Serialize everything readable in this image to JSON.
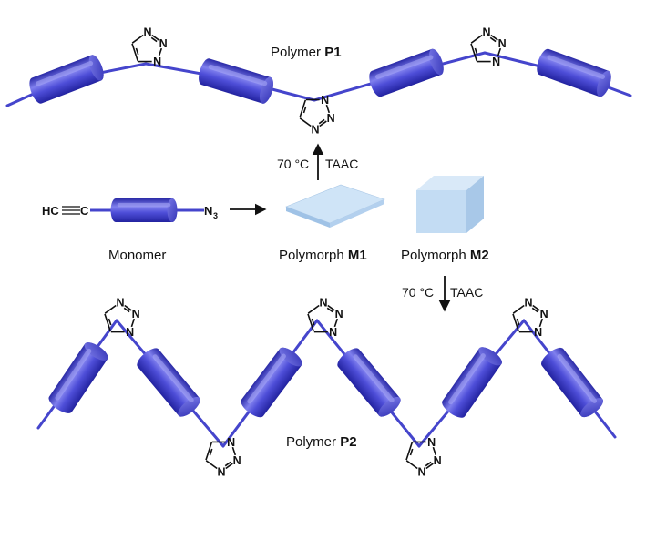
{
  "diagram": {
    "polymer_p1": {
      "prefix": "Polymer ",
      "bold": "P1"
    },
    "polymer_p2": {
      "prefix": "Polymer ",
      "bold": "P2"
    },
    "monomer": {
      "label": "Monomer",
      "alkyne": "HC",
      "alkyne_c": "C",
      "azide": "N",
      "azide_sub": "3"
    },
    "polymorph_m1": {
      "prefix": "Polymorph ",
      "bold": "M1"
    },
    "polymorph_m2": {
      "prefix": "Polymorph ",
      "bold": "M2"
    },
    "reaction_up": {
      "temperature": "70 °C",
      "method": "TAAC"
    },
    "reaction_down": {
      "temperature": "70 °C",
      "method": "TAAC"
    },
    "atom_n": "N",
    "colors": {
      "cylinder": "#4b4bd8",
      "cylinder_dark": "#2727a8",
      "cylinder_light": "#8a8af0",
      "rod": "#4545cc",
      "crystal_m1": "#b9d8f3",
      "crystal_m2": "#c6dff5"
    }
  }
}
